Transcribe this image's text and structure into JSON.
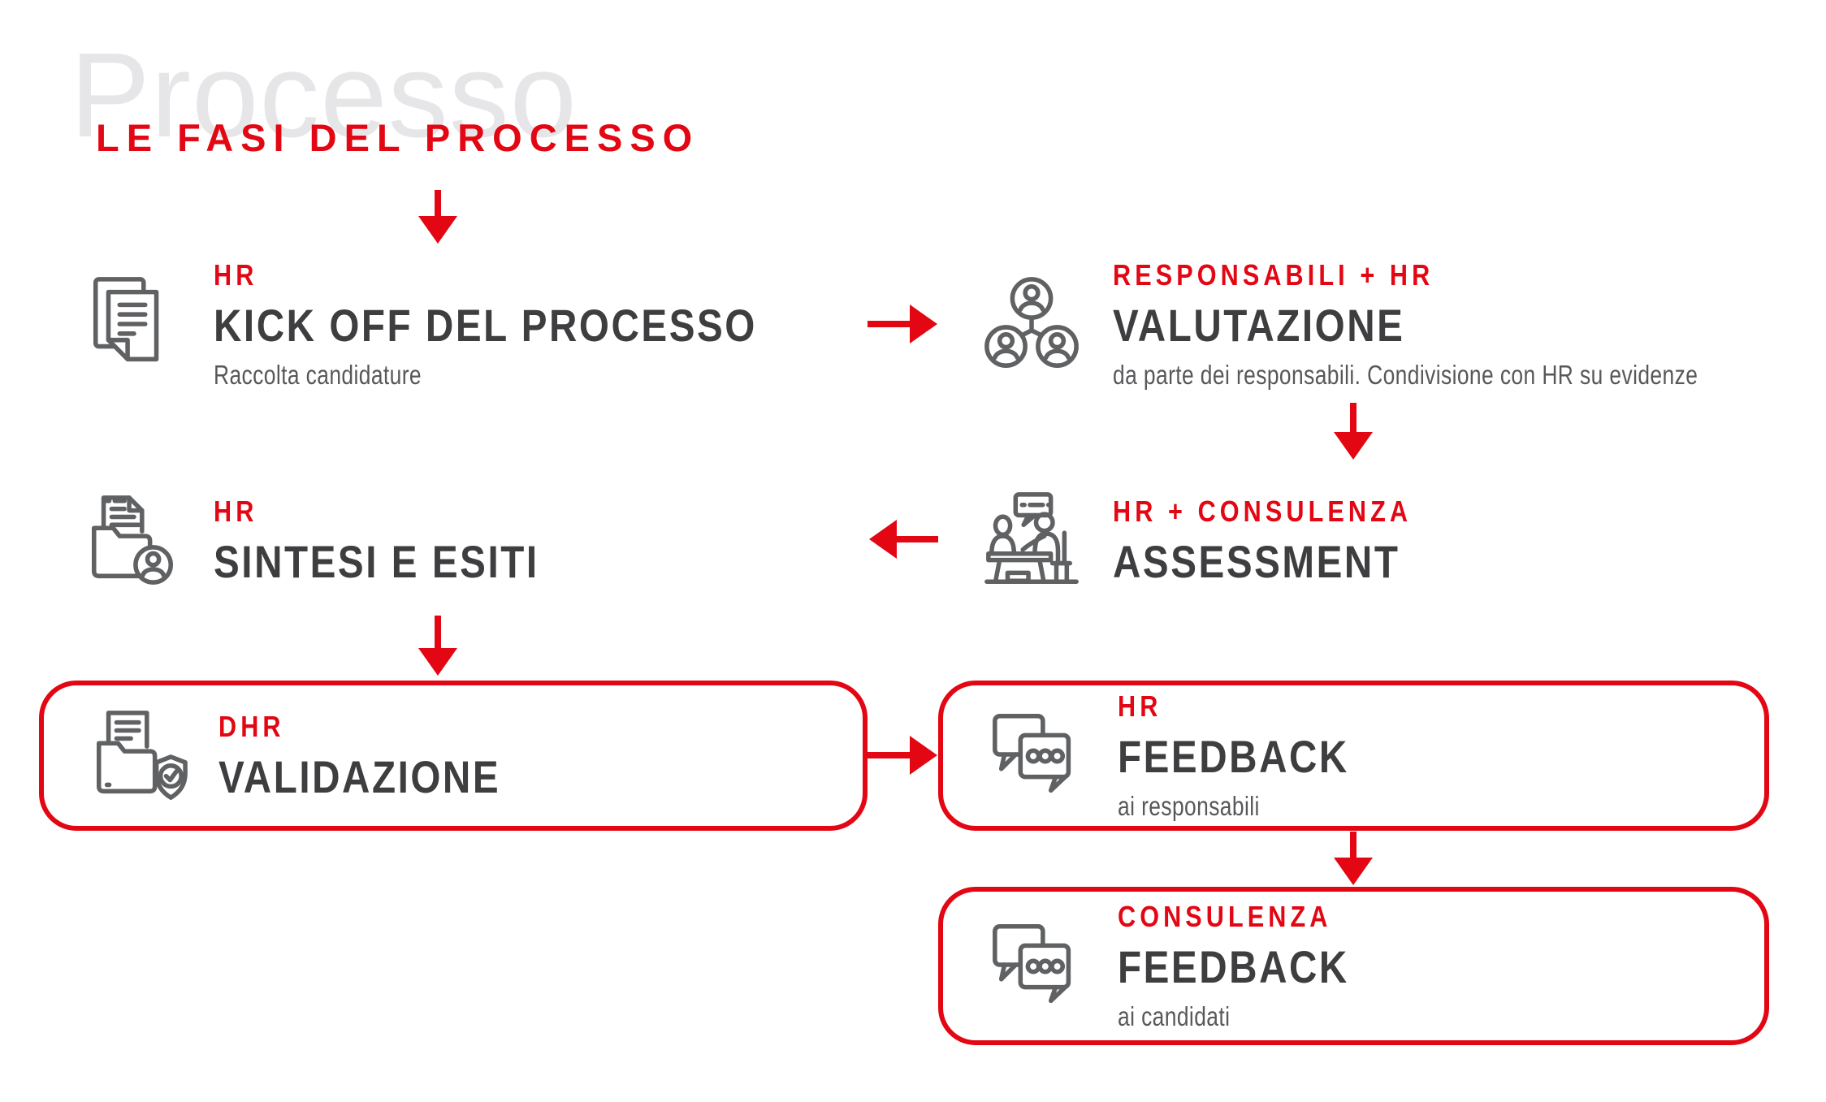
{
  "palette": {
    "accent_red": "#e30613",
    "heading_dark": "#3e3e40",
    "subtitle_gray": "#58585b",
    "icon_gray": "#606163",
    "frame_black": "#040404",
    "watermark_gray": "#e6e6e8"
  },
  "header": {
    "watermark": "Processo",
    "title": "LE FASI DEL PROCESSO"
  },
  "steps": {
    "kickoff": {
      "icon": "documents-icon",
      "actor": "HR",
      "title": "KICK OFF DEL PROCESSO",
      "subtitle": "Raccolta candidature"
    },
    "valutazione": {
      "icon": "team-icon",
      "actor": "RESPONSABILI + HR",
      "title": "VALUTAZIONE",
      "subtitle": "da parte dei responsabili. Condivisione con HR su evidenze"
    },
    "sintesi": {
      "icon": "folder-user-icon",
      "actor": "HR",
      "title": "SINTESI E ESITI"
    },
    "assessment": {
      "icon": "interview-icon",
      "actor": "HR + CONSULENZA",
      "title": "ASSESSMENT"
    },
    "validazione": {
      "icon": "folder-shield-icon",
      "actor": "DHR",
      "title": "VALIDAZIONE"
    },
    "feedback_responsabili": {
      "icon": "chat-bubbles-icon",
      "actor": "HR",
      "title": "FEEDBACK",
      "subtitle": "ai responsabili"
    },
    "feedback_candidati": {
      "icon": "chat-bubbles-icon",
      "actor": "CONSULENZA",
      "title": "FEEDBACK",
      "subtitle": "ai candidati"
    }
  }
}
